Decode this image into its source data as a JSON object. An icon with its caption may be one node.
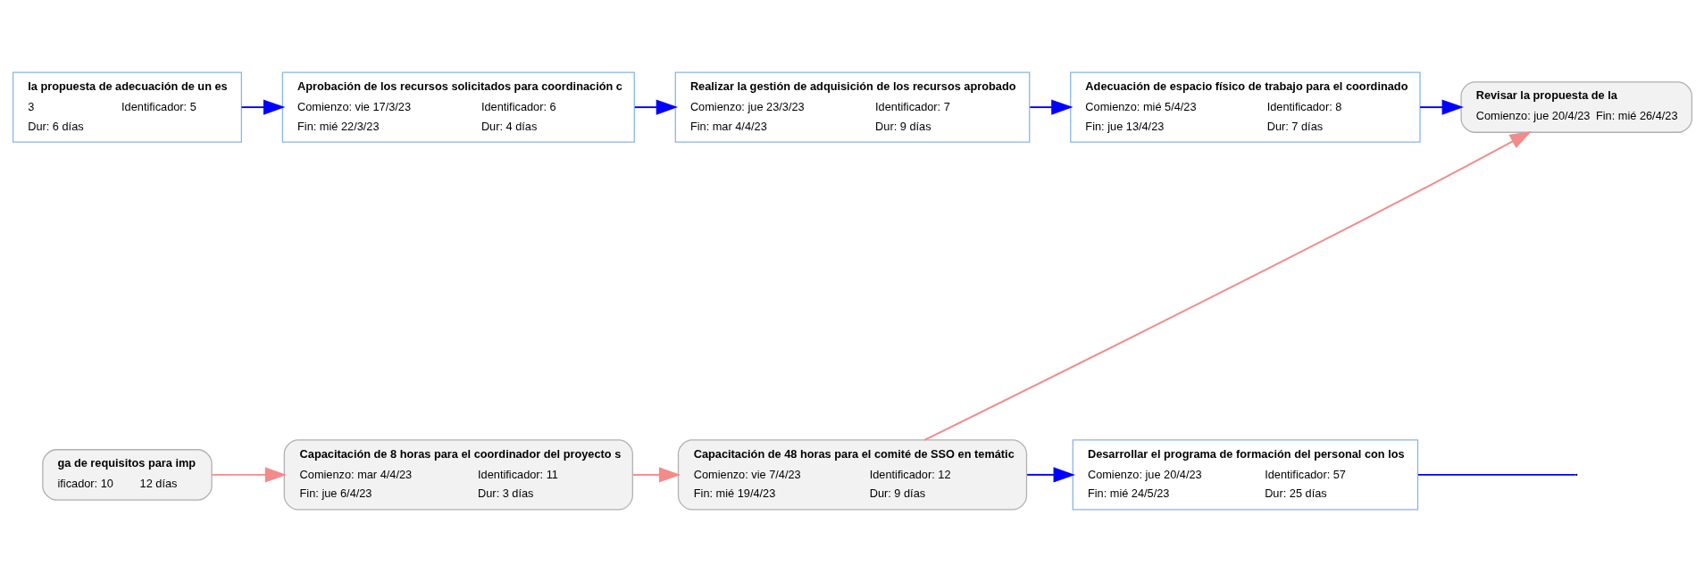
{
  "diagram": {
    "nodes": [
      {
        "text": [
          "la propuesta de adecuación de un es",
          "3",
          "Identificador: 5",
          "Dur: 6 días"
        ]
      },
      {
        "text": [
          "Aprobación de los recursos solicitados para coordinación c",
          "Comienzo: vie 17/3/23",
          "Identificador: 6",
          "Fin: mié 22/3/23",
          "Dur: 4 días"
        ]
      },
      {
        "text": [
          "Realizar la gestión de adquisición de los recursos aprobado",
          "Comienzo: jue 23/3/23",
          "Identificador: 7",
          "Fin: mar 4/4/23",
          "Dur: 9 días"
        ]
      },
      {
        "text": [
          "Adecuación de espacio físico de trabajo para el coordinado",
          "Comienzo: mié 5/4/23",
          "Identificador: 8",
          "Fin: jue 13/4/23",
          "Dur: 7 días"
        ]
      },
      {
        "text": [
          "Revisar la propuesta de la",
          "Comienzo: jue 20/4/23",
          "Fin: mié 26/4/23"
        ]
      },
      {
        "text": [
          "ga de requisitos para imp",
          "ificador: 10",
          "12 días"
        ]
      },
      {
        "text": [
          "Capacitación de 8 horas para el coordinador del proyecto s",
          "Comienzo: mar 4/4/23",
          "Identificador: 11",
          "Fin: jue 6/4/23",
          "Dur: 3 días"
        ]
      },
      {
        "text": [
          "Capacitación de 48 horas para el comité de SSO en temátic",
          "Comienzo: vie 7/4/23",
          "Identificador: 12",
          "Fin: mié 19/4/23",
          "Dur: 9 días"
        ]
      },
      {
        "text": [
          "Desarrollar el programa de formación del personal con los",
          "Comienzo: jue 20/4/23",
          "Identificador: 57",
          "Fin: mié 24/5/23",
          "Dur: 25 días"
        ]
      }
    ],
    "edges": [
      {
        "from": 0,
        "to": 1,
        "arrow": "to",
        "color": "#0000ff"
      },
      {
        "from": 1,
        "to": 2,
        "arrow": "to",
        "color": "#0000ff"
      },
      {
        "from": 2,
        "to": 3,
        "arrow": "to",
        "color": "#0000ff"
      },
      {
        "from": 3,
        "to": 4,
        "arrow": "to",
        "color": "#0000ff"
      },
      {
        "from": 5,
        "to": 6,
        "arrow": "to",
        "color": "#f28b8b"
      },
      {
        "from": 6,
        "to": 7,
        "arrow": "to",
        "color": "#f28b8b"
      },
      {
        "from": 7,
        "to": 4,
        "arrow": "to",
        "color": "#f28b8b"
      },
      {
        "from": 7,
        "to": 8,
        "arrow": "to",
        "color": "#0000ff"
      },
      {
        "from": 8,
        "to": null,
        "arrow": "none",
        "color": "#0000ff"
      }
    ]
  }
}
